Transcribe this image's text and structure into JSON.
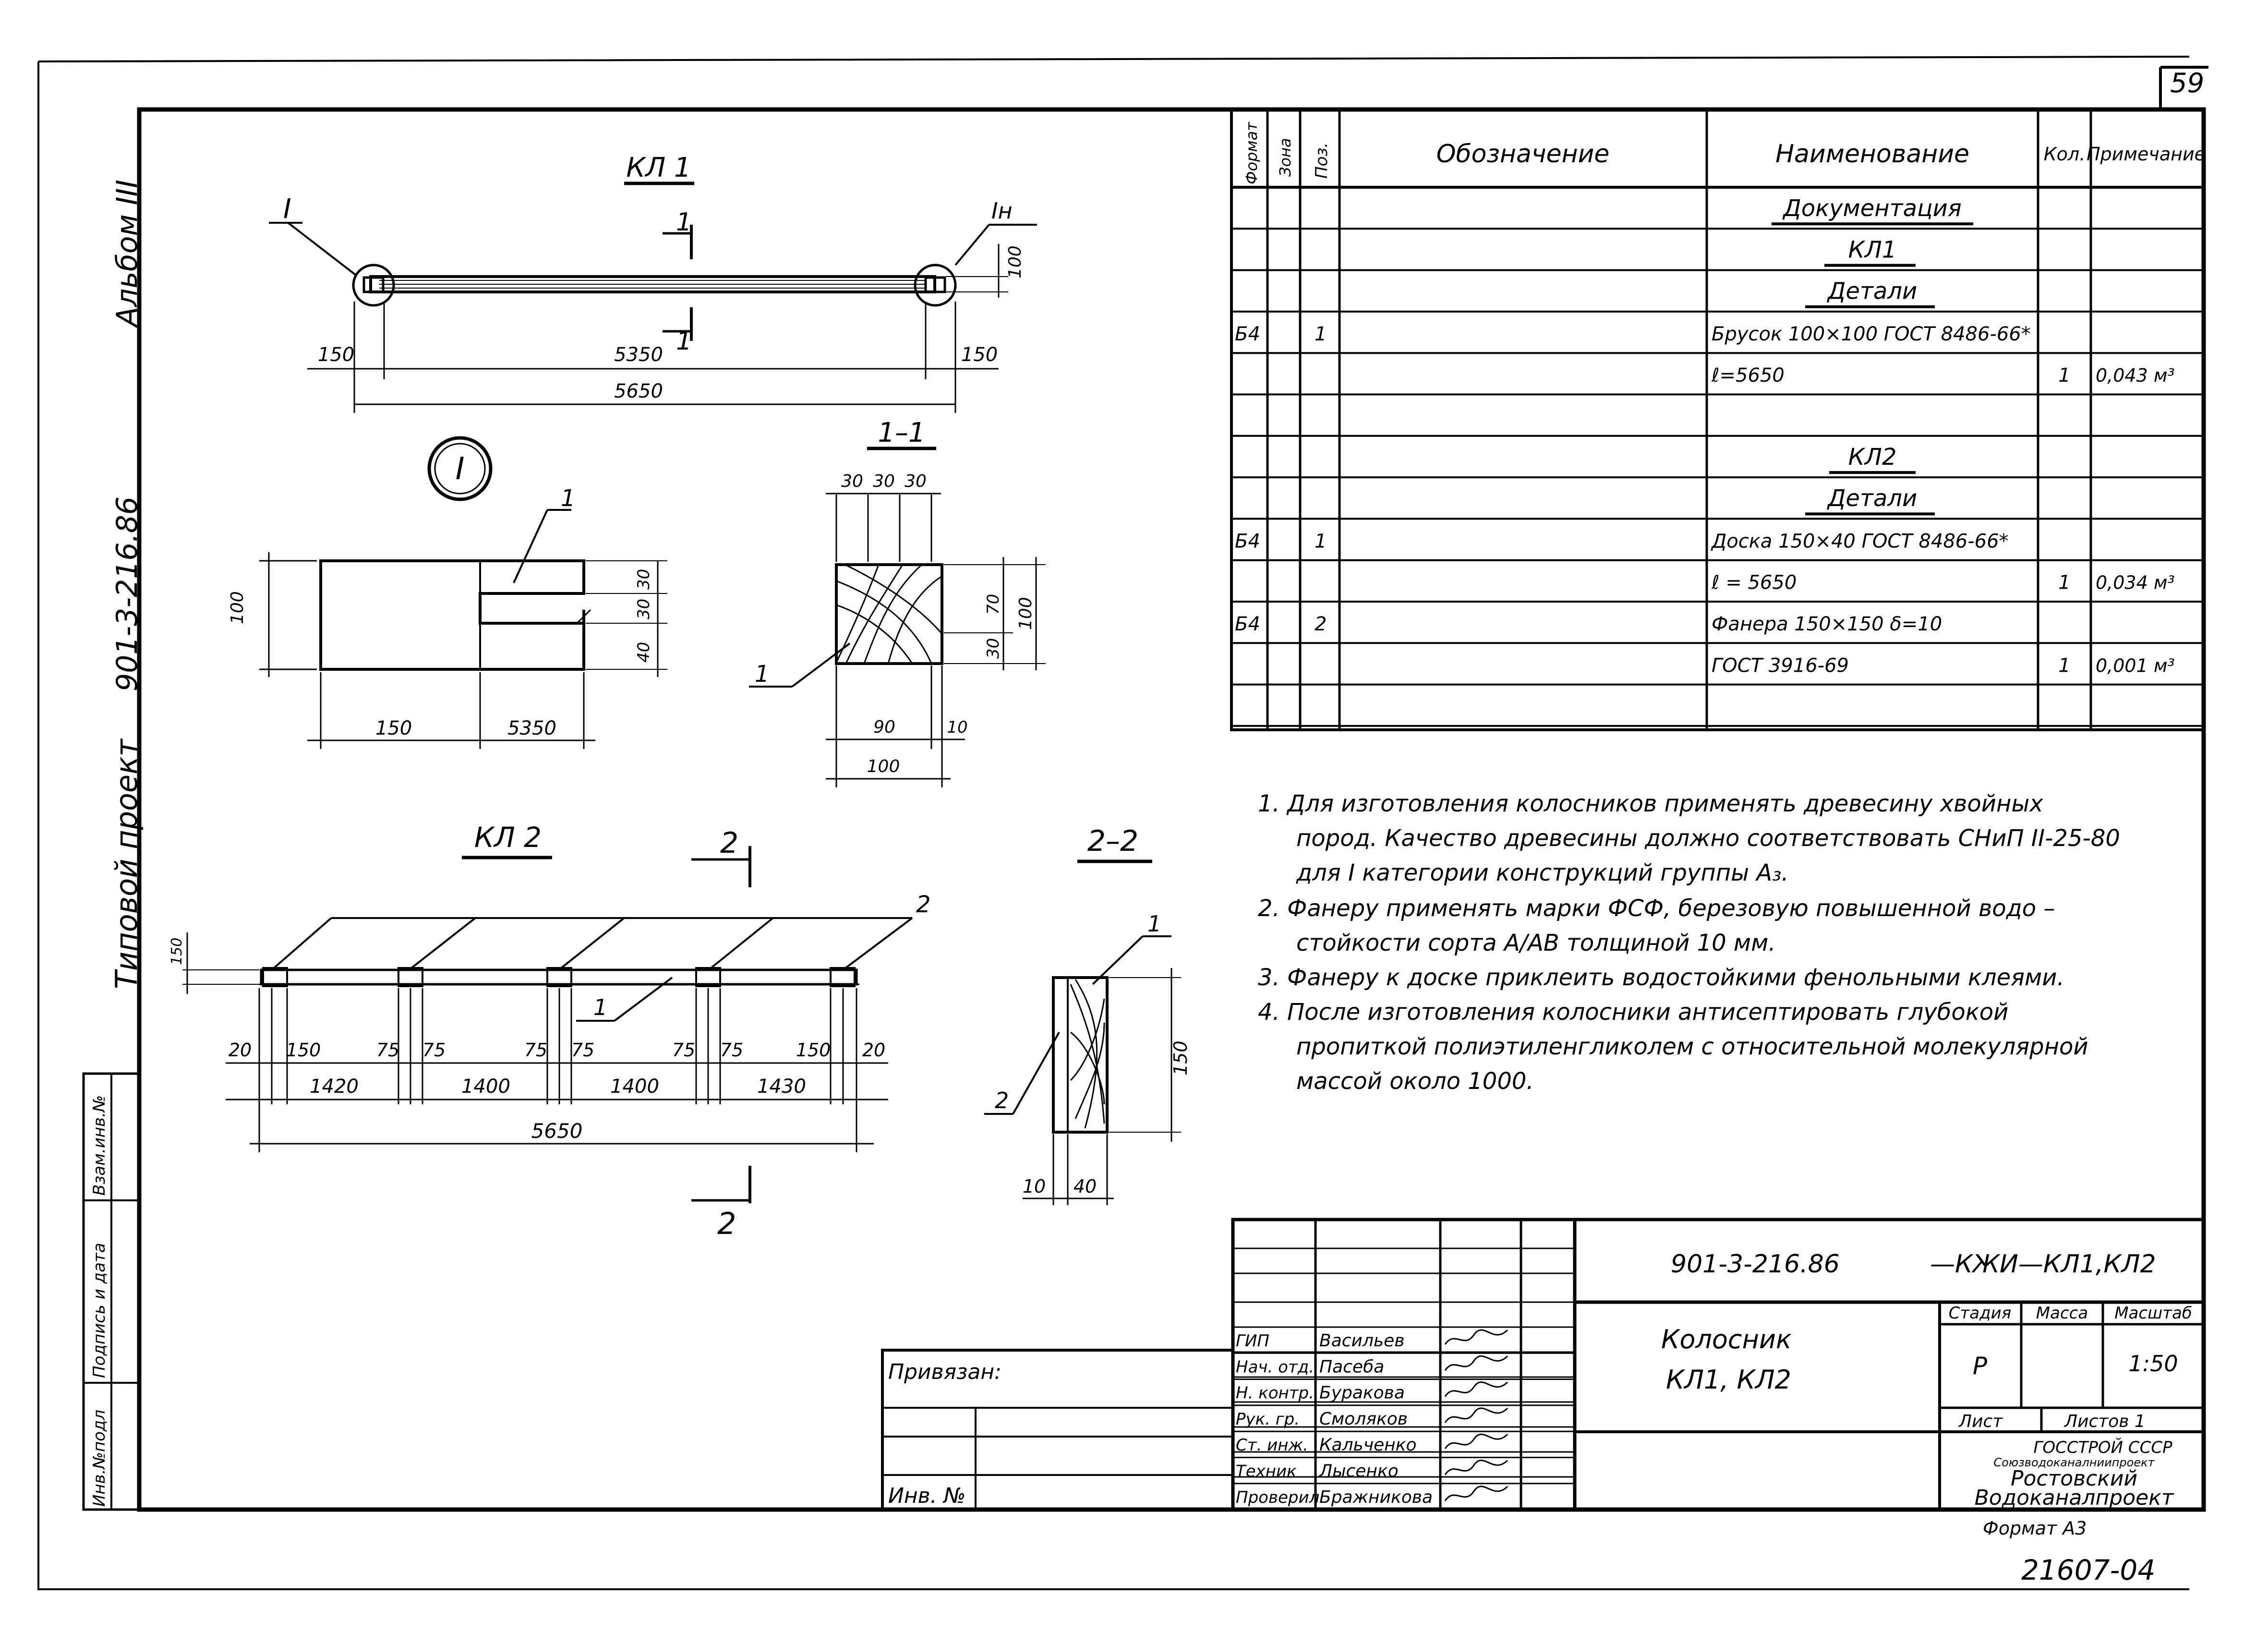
{
  "sheet": {
    "sheet_number": "59",
    "album": "Альбом III",
    "project_label": "Типовой проект",
    "project_code_vertical": "901-3-216.86",
    "format": "Формат А3",
    "bottom_number": "21607-04"
  },
  "left_strip": {
    "inv_podl": "Инв.№подл",
    "podpis": "Подпись и дата",
    "vzam": "Взам.инв.№"
  },
  "spec_table": {
    "headers": [
      "Формат",
      "Зона",
      "Поз.",
      "Обозначение",
      "Наименование",
      "Кол.",
      "Примечание"
    ],
    "rows": [
      {
        "format": "",
        "pos": "",
        "name": "Документация",
        "qty": "",
        "note": ""
      },
      {
        "format": "",
        "pos": "",
        "name": "КЛ1",
        "qty": "",
        "note": ""
      },
      {
        "format": "",
        "pos": "",
        "name": "Детали",
        "qty": "",
        "note": ""
      },
      {
        "format": "Б4",
        "pos": "1",
        "name": "Брусок 100×100 ГОСТ 8486-66*",
        "qty": "",
        "note": ""
      },
      {
        "format": "",
        "pos": "",
        "name": "ℓ=5650",
        "qty": "1",
        "note": "0,043 м³"
      },
      {
        "format": "",
        "pos": "",
        "name": "",
        "qty": "",
        "note": ""
      },
      {
        "format": "",
        "pos": "",
        "name": "КЛ2",
        "qty": "",
        "note": ""
      },
      {
        "format": "",
        "pos": "",
        "name": "Детали",
        "qty": "",
        "note": ""
      },
      {
        "format": "Б4",
        "pos": "1",
        "name": "Доска 150×40 ГОСТ 8486-66*",
        "qty": "",
        "note": ""
      },
      {
        "format": "",
        "pos": "",
        "name": "ℓ = 5650",
        "qty": "1",
        "note": "0,034 м³"
      },
      {
        "format": "Б4",
        "pos": "2",
        "name": "Фанера 150×150 δ=10",
        "qty": "",
        "note": ""
      },
      {
        "format": "",
        "pos": "",
        "name": "ГОСТ 3916-69",
        "qty": "1",
        "note": "0,001 м³"
      },
      {
        "format": "",
        "pos": "",
        "name": "",
        "qty": "",
        "note": ""
      }
    ]
  },
  "notes": [
    "1. Для изготовления колосников применять древесину хвойных",
    "пород. Качество древесины должно соответствовать СНиП II-25-80",
    "для I категории конструкций группы А₃.",
    "2. Фанеру применять марки ФСФ, березовую повышенной водо –",
    "стойкости сорта А/АВ толщиной 10 мм.",
    "3. Фанеру к доске приклеить водостойкими фенольными клеями.",
    "4. После изготовления колосники антисептировать глубокой",
    "пропиткой полиэтиленгликолем с относительной молекулярной",
    "массой около 1000."
  ],
  "drawings": {
    "kl1": {
      "title": "КЛ 1",
      "callout_i": "I",
      "callout_ih": "Iн",
      "section_mark": "1",
      "dim_height": "100",
      "dim_left": "150",
      "dim_middle": "5350",
      "dim_right": "150",
      "dim_total": "5650"
    },
    "detail_i": {
      "title": "I",
      "leader": "1",
      "dim_height": "100",
      "dim_30a": "30",
      "dim_30b": "30",
      "dim_40": "40",
      "dim_150": "150",
      "dim_5350": "5350"
    },
    "sec_1_1": {
      "title": "1–1",
      "dim_30a": "30",
      "dim_30b": "30",
      "dim_30c": "30",
      "dim_70": "70",
      "dim_30": "30",
      "dim_100v": "100",
      "dim_90": "90",
      "dim_10": "10",
      "dim_100h": "100",
      "leader": "1"
    },
    "kl2": {
      "title": "КЛ 2",
      "section_mark": "2",
      "leader_1": "1",
      "leader_2": "2",
      "dim_height": "150",
      "dims_row1": [
        "20",
        "150",
        "75",
        "75",
        "75",
        "75",
        "75",
        "75",
        "150",
        "20"
      ],
      "dims_row2": [
        "1420",
        "1400",
        "1400",
        "1430"
      ],
      "dim_total": "5650"
    },
    "sec_2_2": {
      "title": "2–2",
      "leader_1": "1",
      "leader_2": "2",
      "dim_height": "150",
      "dim_10": "10",
      "dim_40": "40"
    }
  },
  "title_block": {
    "tied_label": "Привязан:",
    "inv_label": "Инв. №",
    "code": "901-3-216.86",
    "mark": "—КЖИ—КЛ1,КЛ2",
    "name_line1": "Колосник",
    "name_line2": "КЛ1, КЛ2",
    "stage_label": "Стадия",
    "mass_label": "Масса",
    "scale_label": "Масштаб",
    "stage": "Р",
    "scale": "1:50",
    "sheet_label": "Лист",
    "sheets_label": "Листов 1",
    "org_line1": "ГОССТРОЙ СССР",
    "org_line2": "Союзводоканалниипроект",
    "org_line3": "Ростовский",
    "org_line4": "Водоканалпроект",
    "staff": [
      {
        "role": "ГИП",
        "name": "Васильев"
      },
      {
        "role": "Нач. отд.",
        "name": "Пасеба"
      },
      {
        "role": "Н. контр.",
        "name": "Буракова"
      },
      {
        "role": "Рук. гр.",
        "name": "Смоляков"
      },
      {
        "role": "Ст. инж.",
        "name": "Кальченко"
      },
      {
        "role": "Техник",
        "name": "Лысенко"
      },
      {
        "role": "Проверил",
        "name": "Бражникова"
      }
    ]
  }
}
